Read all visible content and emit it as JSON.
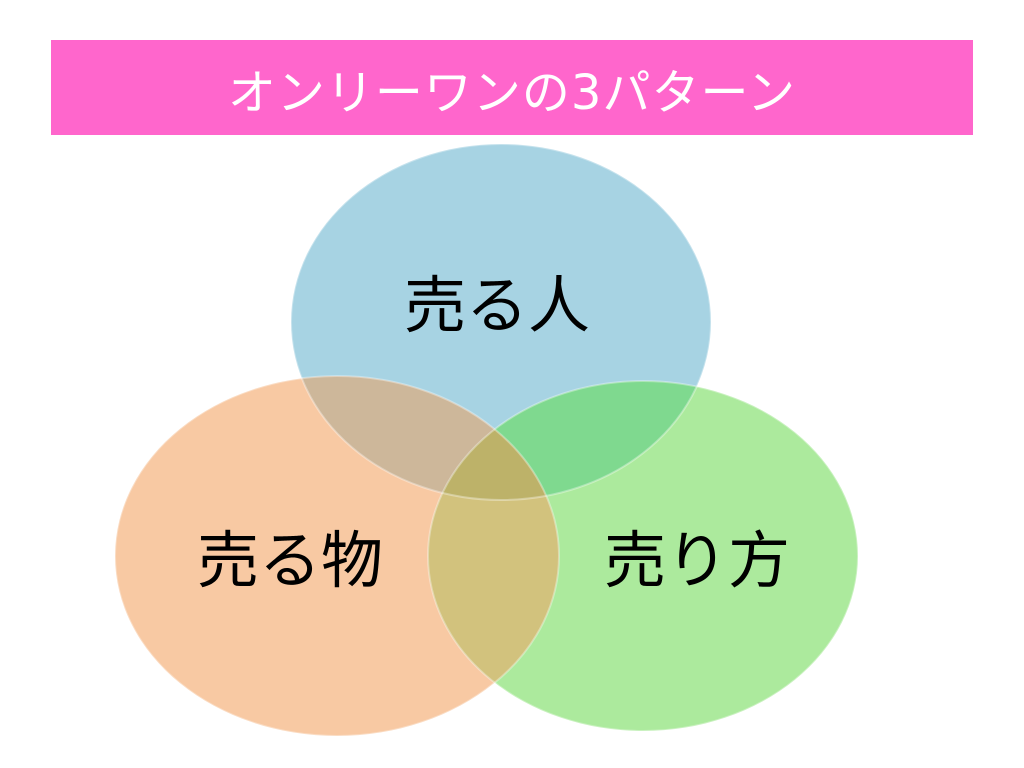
{
  "title": "オンリーワンの3パターン",
  "colors": {
    "banner": "#ff66cc",
    "title_text": "#ffffff",
    "circle_top": "#a7d3e3",
    "circle_left": "#f8c9a3",
    "circle_right": "#acea9d",
    "overlap_top_left": "#cdb79a",
    "overlap_top_right": "#7fd98f",
    "overlap_left_right": "#d2c27d",
    "overlap_center": "#bdb269"
  },
  "circles": [
    {
      "id": "top",
      "label": "売る人"
    },
    {
      "id": "left",
      "label": "売る物"
    },
    {
      "id": "right",
      "label": "売り方"
    }
  ]
}
